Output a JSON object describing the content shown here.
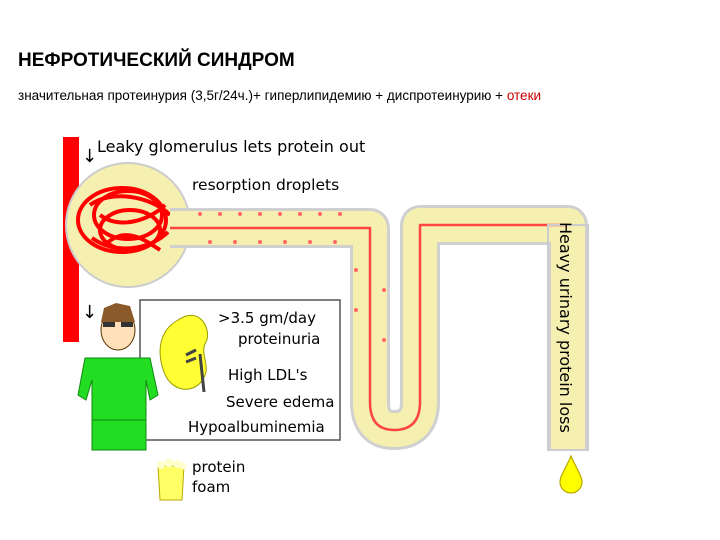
{
  "header": {
    "title": "НЕФРОТИЧЕСКИЙ СИНДРОМ",
    "subtitle_main": "значительная протеинурия (3,5г/24ч.)+ гиперлипидемию + диспротеинурию + ",
    "subtitle_accent": "отеки"
  },
  "diagram": {
    "glomerulus_label": "Leaky glomerulus lets protein out",
    "droplets_label": "resorption droplets",
    "loss_label": "Heavy urinary protein loss",
    "foam_line1": "protein",
    "foam_line2": "foam",
    "arrow_symbol": "↓",
    "symptoms": [
      ">3.5 gm/day",
      "proteinuria",
      "High LDL's",
      "Severe edema",
      "Hypoalbuminemia"
    ]
  },
  "colors": {
    "vessel": "#ff0000",
    "tubule": "#f5f0b0",
    "person": "#22dd22",
    "kidney": "#ffff33",
    "urine": "#ffff00"
  }
}
